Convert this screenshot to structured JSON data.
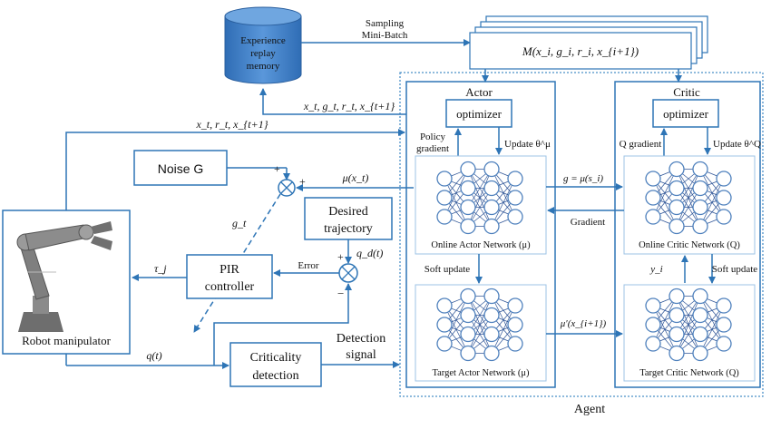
{
  "replay": {
    "line1": "Experience",
    "line2": "replay",
    "line3": "memory"
  },
  "sampling": {
    "line1": "Sampling",
    "line2": "Mini-Batch"
  },
  "minibatch_label": "M(x_i, g_i, r_i, x_{i+1})",
  "labels": {
    "to_memory": "x_t, g_t, r_t, x_{t+1}",
    "to_agent": "x_t, r_t, x_{t+1}",
    "mu_xt": "μ(x_t)",
    "g_t": "g_t",
    "q_d": "q_d(t)",
    "tau": "τ_j",
    "q_t": "q(t)",
    "error": "Error",
    "plus1": "+",
    "plus2": "+",
    "plus3": "+",
    "minus": "−",
    "detection_line1": "Detection",
    "detection_line2": "signal",
    "g_mu": "g = μ(s_i)",
    "gradient": "Gradient",
    "mu_prime": "μ′(x_{i+1})",
    "agent": "Agent"
  },
  "noise": "Noise G",
  "desired": {
    "line1": "Desired",
    "line2": "trajectory"
  },
  "pir": {
    "line1": "PIR",
    "line2": "controller"
  },
  "criticality": {
    "line1": "Criticality",
    "line2": "detection"
  },
  "robot_label": "Robot manipulator",
  "actor": {
    "title": "Actor",
    "optimizer": "optimizer",
    "policy_gradient1": "Policy",
    "policy_gradient2": "gradient",
    "update": "Update θ^μ",
    "online": "Online Actor Network (μ)",
    "soft_update": "Soft update",
    "target": "Target Actor Network (μ)"
  },
  "critic": {
    "title": "Critic",
    "optimizer": "optimizer",
    "q_gradient": "Q gradient",
    "update": "Update θ^Q",
    "online": "Online Critic Network (Q)",
    "y_i": "y_i",
    "soft_update": "Soft update",
    "target": "Target Critic Network (Q)"
  },
  "colors": {
    "line": "#2E75B6",
    "node": "#4F81BD",
    "cylinder": "#3A78C4",
    "agent_border": "#4A90C8"
  }
}
